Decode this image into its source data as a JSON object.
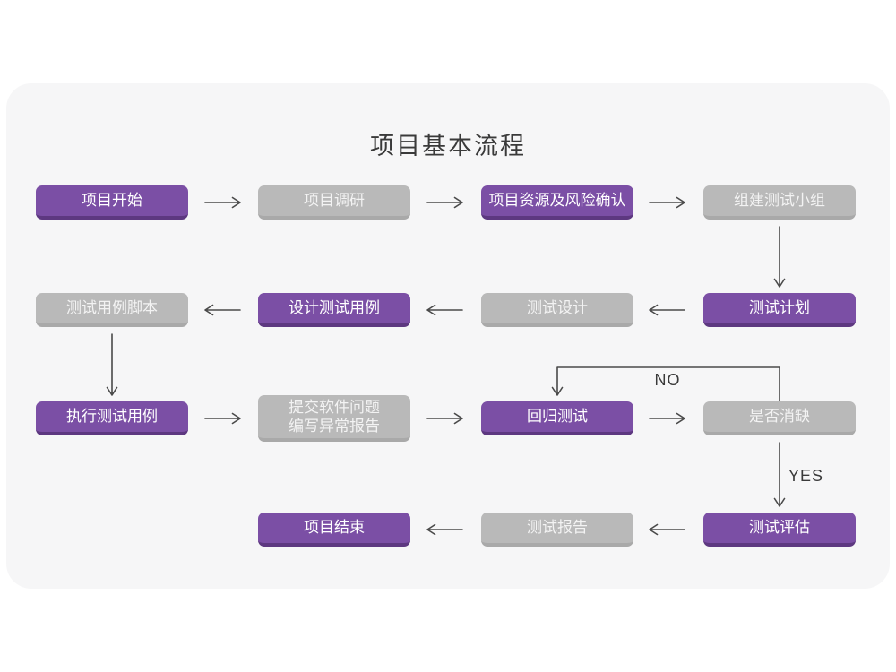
{
  "title": "项目基本流程",
  "colors": {
    "purple": "#7b4fa5",
    "purple-dark": "#5d3880",
    "gray": "#b9b9b9",
    "gray-dark": "#a9a9a9",
    "card-bg": "#f6f6f7",
    "arrow": "#4a4a4a",
    "ink": "#3a3a3a"
  },
  "nodes": [
    {
      "id": "project-start",
      "label": "项目开始",
      "style": "purple",
      "row": 1,
      "col": 1
    },
    {
      "id": "project-research",
      "label": "项目调研",
      "style": "gray",
      "row": 1,
      "col": 2
    },
    {
      "id": "resources-risk-confirm",
      "label": "项目资源及风险确认",
      "style": "purple",
      "row": 1,
      "col": 3
    },
    {
      "id": "form-test-team",
      "label": "组建测试小组",
      "style": "gray",
      "row": 1,
      "col": 4
    },
    {
      "id": "test-plan",
      "label": "测试计划",
      "style": "purple",
      "row": 2,
      "col": 4
    },
    {
      "id": "test-design",
      "label": "测试设计",
      "style": "gray",
      "row": 2,
      "col": 3
    },
    {
      "id": "design-test-cases",
      "label": "设计测试用例",
      "style": "purple",
      "row": 2,
      "col": 2
    },
    {
      "id": "test-case-scripts",
      "label": "测试用例脚本",
      "style": "gray",
      "row": 2,
      "col": 1
    },
    {
      "id": "execute-test-cases",
      "label": "执行测试用例",
      "style": "purple",
      "row": 3,
      "col": 1
    },
    {
      "id": "submit-issues-report",
      "label": "提交软件问题\n编写异常报告",
      "style": "gray",
      "row": 3,
      "col": 2
    },
    {
      "id": "regression-test",
      "label": "回归测试",
      "style": "purple",
      "row": 3,
      "col": 3
    },
    {
      "id": "defect-resolved",
      "label": "是否消缺",
      "style": "gray",
      "row": 3,
      "col": 4
    },
    {
      "id": "test-evaluation",
      "label": "测试评估",
      "style": "purple",
      "row": 4,
      "col": 4
    },
    {
      "id": "test-report",
      "label": "测试报告",
      "style": "gray",
      "row": 4,
      "col": 3
    },
    {
      "id": "project-end",
      "label": "项目结束",
      "style": "purple",
      "row": 4,
      "col": 2
    }
  ],
  "edge_labels": {
    "no": "NO",
    "yes": "YES"
  },
  "edges": [
    {
      "from": "project-start",
      "to": "project-research"
    },
    {
      "from": "project-research",
      "to": "resources-risk-confirm"
    },
    {
      "from": "resources-risk-confirm",
      "to": "form-test-team"
    },
    {
      "from": "form-test-team",
      "to": "test-plan"
    },
    {
      "from": "test-plan",
      "to": "test-design"
    },
    {
      "from": "test-design",
      "to": "design-test-cases"
    },
    {
      "from": "design-test-cases",
      "to": "test-case-scripts"
    },
    {
      "from": "test-case-scripts",
      "to": "execute-test-cases"
    },
    {
      "from": "execute-test-cases",
      "to": "submit-issues-report"
    },
    {
      "from": "submit-issues-report",
      "to": "regression-test"
    },
    {
      "from": "regression-test",
      "to": "defect-resolved"
    },
    {
      "from": "defect-resolved",
      "to": "regression-test",
      "label": "NO"
    },
    {
      "from": "defect-resolved",
      "to": "test-evaluation",
      "label": "YES"
    },
    {
      "from": "test-evaluation",
      "to": "test-report"
    },
    {
      "from": "test-report",
      "to": "project-end"
    }
  ]
}
